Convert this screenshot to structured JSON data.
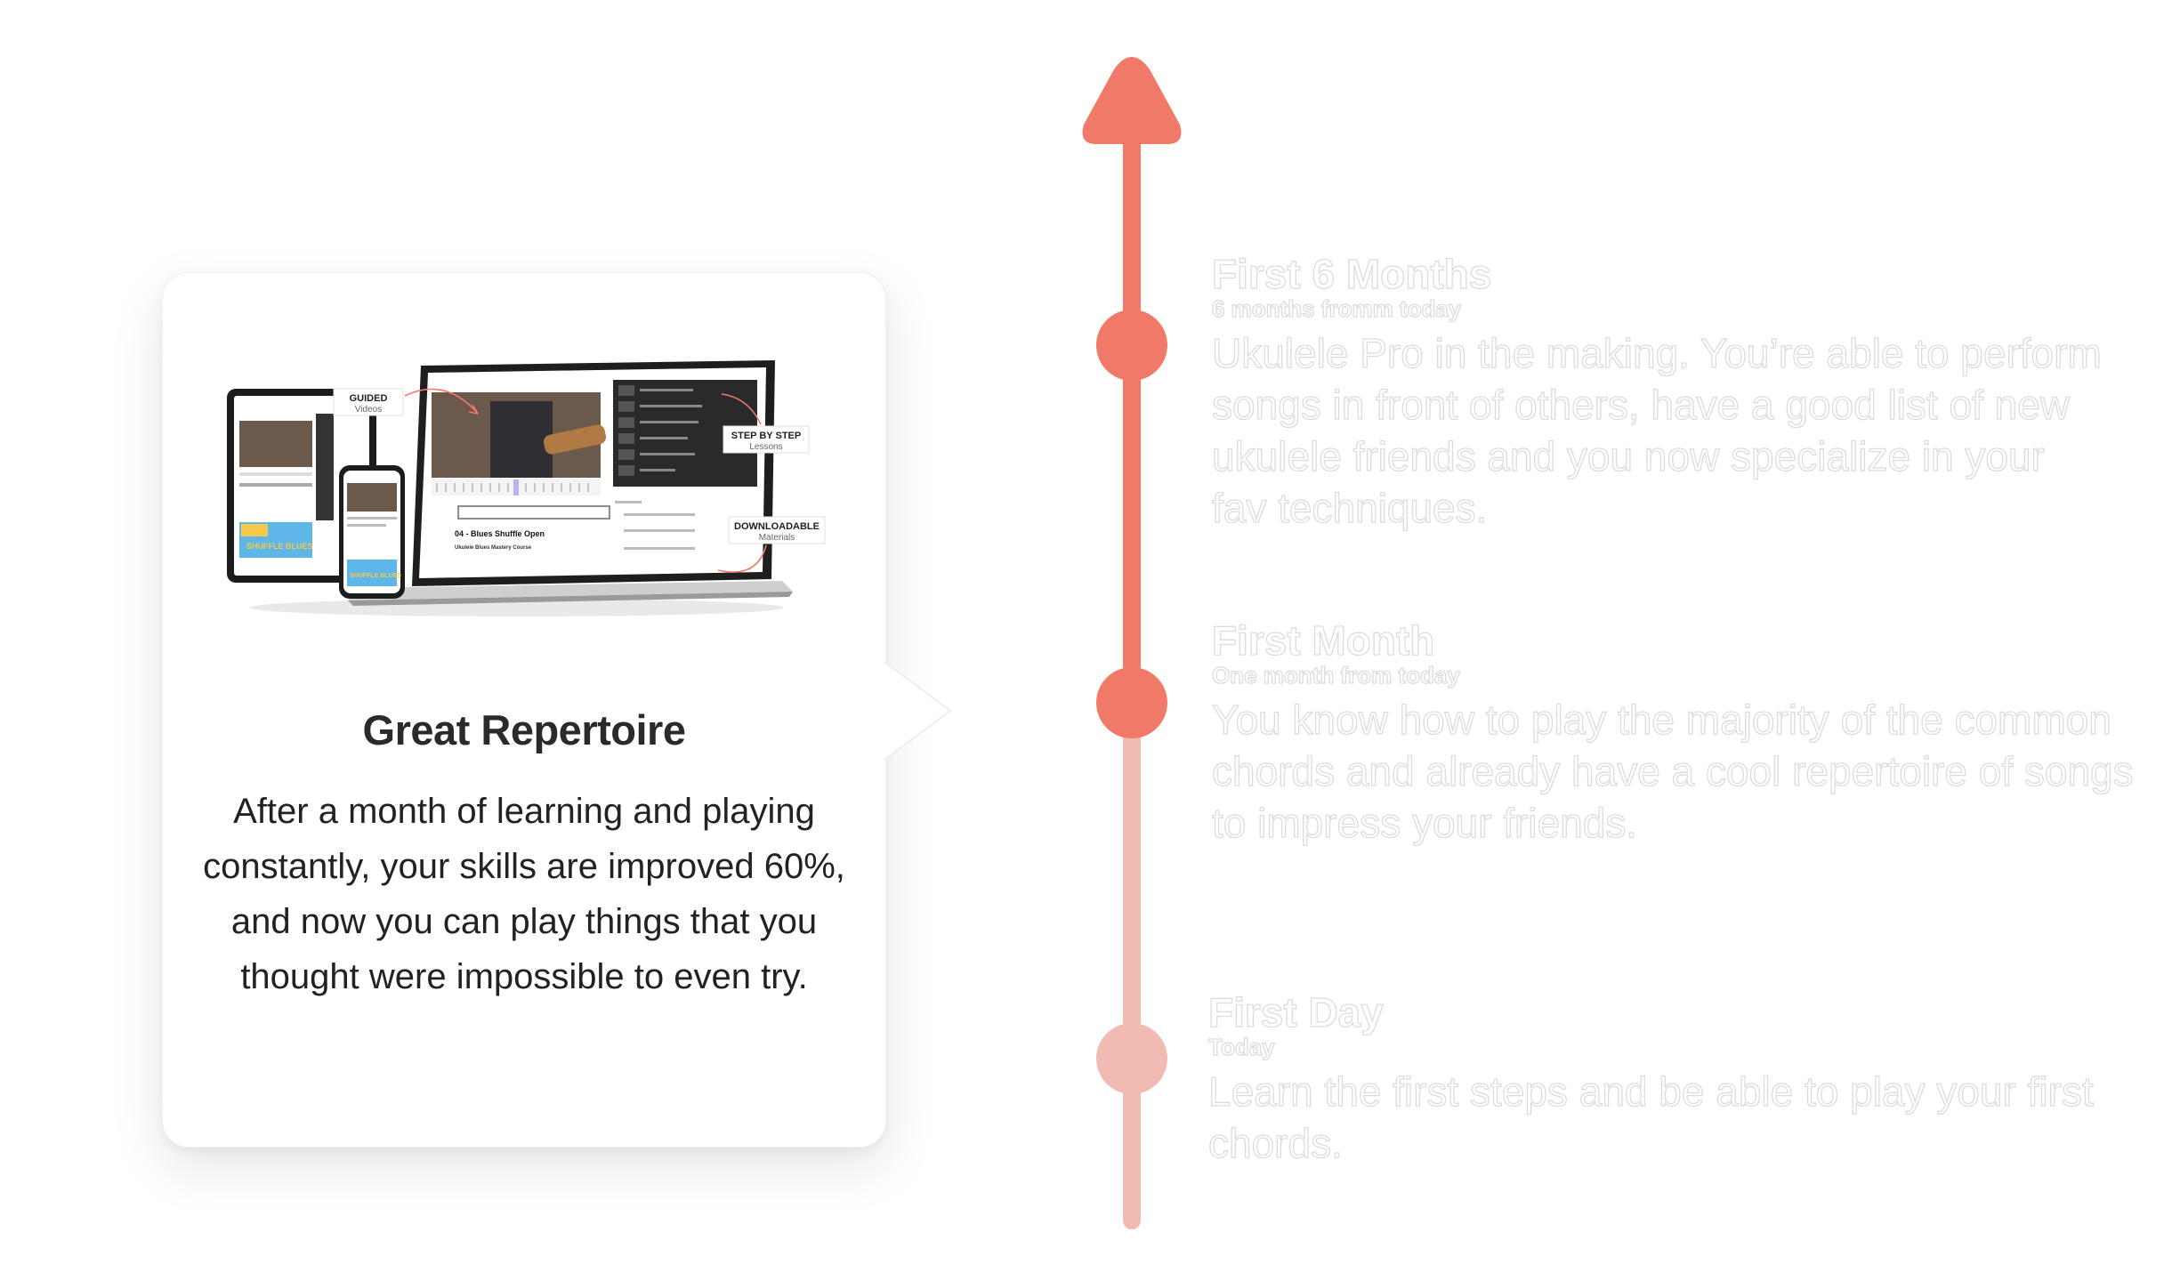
{
  "colors": {
    "accent": "#f07a67",
    "accent_light": "#f1bbb4",
    "ghost_outline": "#dcdcdc"
  },
  "card": {
    "title": "Great Repertoire",
    "body": "After a month of learning and playing constantly, your skills are improved 60%, and now you can play things that you thought were impossible to even try.",
    "mockup": {
      "guided_bold": "GUIDED",
      "guided_sub": "Videos",
      "step_bold": "STEP BY STEP",
      "step_sub": "Lessons",
      "download_bold": "DOWNLOADABLE",
      "download_sub": "Materials",
      "course_title": "04 - Blues Shuffle Open",
      "course_name": "Ukulele Blues Mastery Course",
      "tablet_banner": "SHUFFLE BLUES",
      "phone_banner": "SHUFFLE BLUES"
    }
  },
  "milestones": [
    {
      "title": "First 6 Months",
      "subtitle": "6 months fromm today",
      "text": "Ukulele Pro in the making. You’re able to perform songs in front of others, have a good list of new ukulele friends and you now specialize in your fav techniques."
    },
    {
      "title": "First Month",
      "subtitle": "One month from today",
      "text": "You know how to play the majority of the common chords and already have a cool repertoire of songs to impress your friends."
    },
    {
      "title": "First Day",
      "subtitle": "Today",
      "text": "Learn the first steps and be able to play your first chords."
    }
  ]
}
